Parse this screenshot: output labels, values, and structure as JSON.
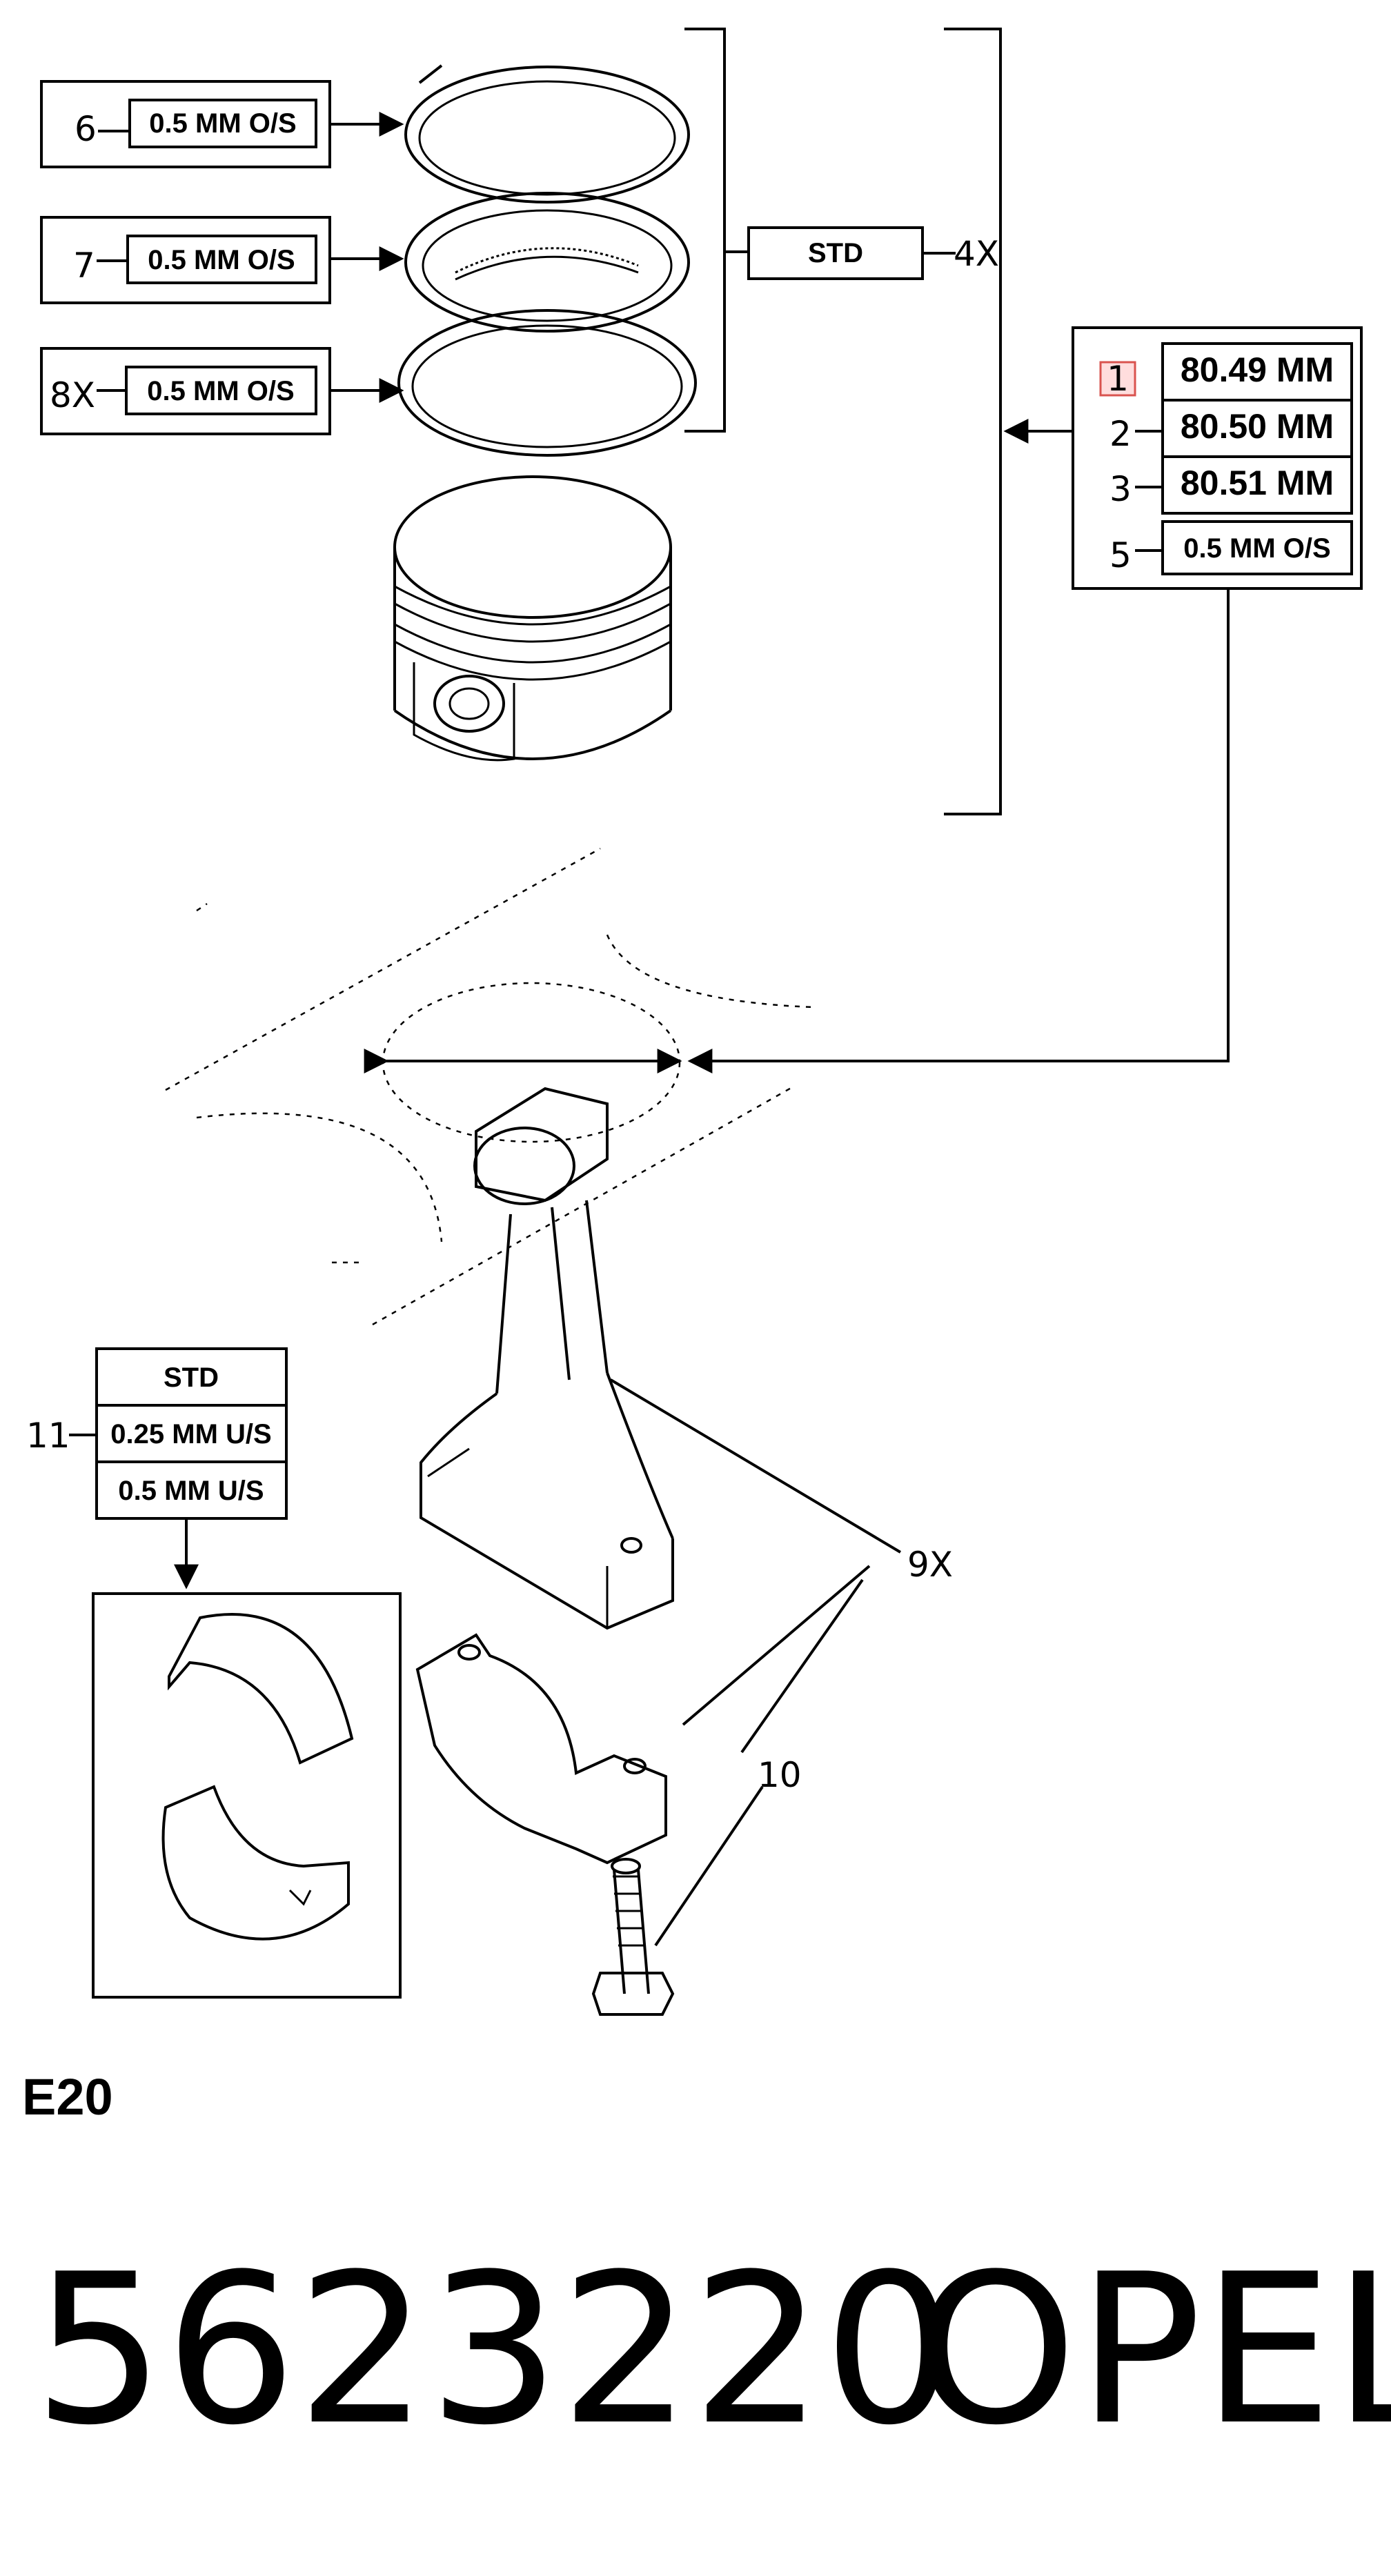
{
  "ring_labels": {
    "ring_top": {
      "callout": "6",
      "spec": "0.5 MM O/S"
    },
    "ring_mid": {
      "callout": "7",
      "spec": "0.5 MM O/S"
    },
    "ring_oil": {
      "callout": "8X",
      "spec": "0.5 MM O/S"
    }
  },
  "ring_set": {
    "spec": "STD",
    "qty": "4X"
  },
  "piston_sizes": [
    {
      "callout": "1",
      "spec": "80.49 MM"
    },
    {
      "callout": "2",
      "spec": "80.50 MM"
    },
    {
      "callout": "3",
      "spec": "80.51 MM"
    },
    {
      "callout": "5",
      "spec": "0.5 MM O/S"
    }
  ],
  "bearing": {
    "callout": "11",
    "specs": [
      "STD",
      "0.25 MM U/S",
      "0.5 MM U/S"
    ]
  },
  "rod": {
    "callout": "9X"
  },
  "bolt": {
    "callout": "10"
  },
  "engine_code": "E20",
  "footer": {
    "part_number": "5623220",
    "brand": "OPEL"
  },
  "colors": {
    "ink": "#000000",
    "highlight": "#ffdddd",
    "highlight_border": "#d9534f"
  }
}
